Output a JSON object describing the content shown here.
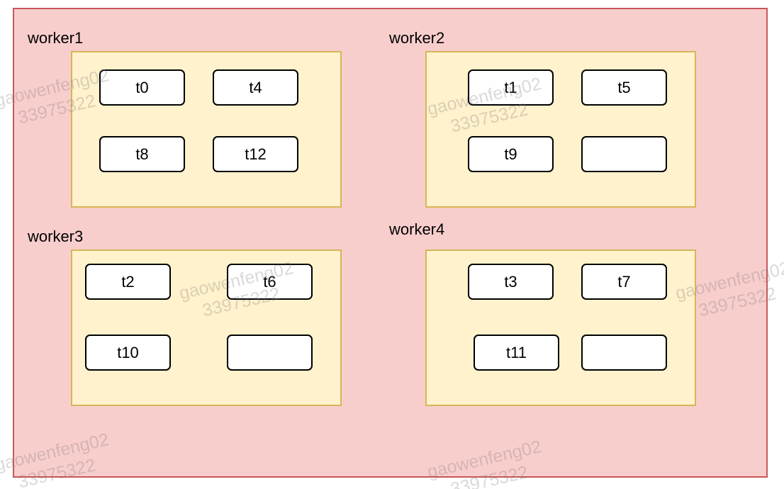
{
  "workers": [
    {
      "label": "worker1",
      "tasks": [
        "t0",
        "t4",
        "t8",
        "t12"
      ]
    },
    {
      "label": "worker2",
      "tasks": [
        "t1",
        "t5",
        "t9",
        ""
      ]
    },
    {
      "label": "worker3",
      "tasks": [
        "t2",
        "t6",
        "t10",
        ""
      ]
    },
    {
      "label": "worker4",
      "tasks": [
        "t3",
        "t7",
        "t11",
        ""
      ]
    }
  ],
  "watermark": {
    "line1": "gaowenfeng02",
    "line2": "33975322"
  },
  "colors": {
    "outer_fill": "#f8cecc",
    "outer_stroke": "#c8575a",
    "worker_fill": "#fff2cc",
    "worker_stroke": "#d6b656",
    "task_fill": "#ffffff",
    "task_stroke": "#000000"
  }
}
